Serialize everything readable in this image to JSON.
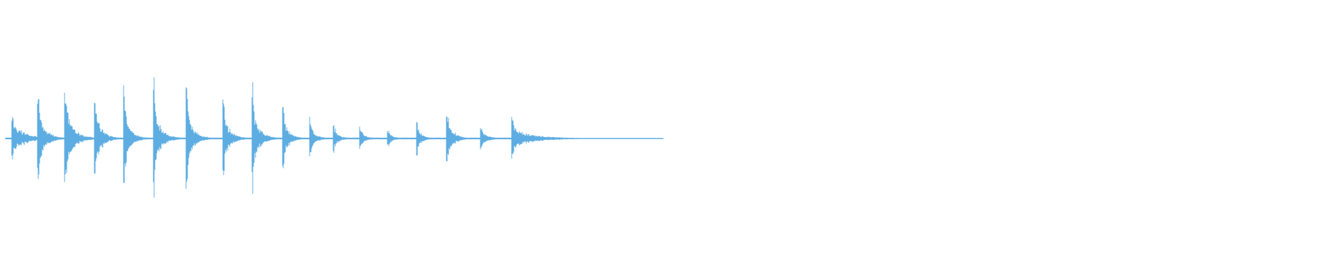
{
  "waveform": {
    "color": "#5DADE2",
    "onsets": [
      {
        "t": 0.01,
        "amp": 0.73,
        "decay": 0.018,
        "dens": 1.0
      },
      {
        "t": 0.05,
        "amp": 1.22,
        "decay": 0.01,
        "dens": 0.9
      },
      {
        "t": 0.091,
        "amp": 1.35,
        "decay": 0.012,
        "dens": 0.95
      },
      {
        "t": 0.136,
        "amp": 1.3,
        "decay": 0.01,
        "dens": 0.9
      },
      {
        "t": 0.18,
        "amp": 1.22,
        "decay": 0.01,
        "dens": 0.9
      },
      {
        "t": 0.226,
        "amp": 1.32,
        "decay": 0.011,
        "dens": 0.9
      },
      {
        "t": 0.276,
        "amp": 1.3,
        "decay": 0.01,
        "dens": 0.9
      },
      {
        "t": 0.331,
        "amp": 1.17,
        "decay": 0.01,
        "dens": 0.9
      },
      {
        "t": 0.376,
        "amp": 1.32,
        "decay": 0.01,
        "dens": 0.9
      },
      {
        "t": 0.422,
        "amp": 0.93,
        "decay": 0.009,
        "dens": 0.8
      },
      {
        "t": 0.463,
        "amp": 0.61,
        "decay": 0.008,
        "dens": 0.75
      },
      {
        "t": 0.499,
        "amp": 0.44,
        "decay": 0.008,
        "dens": 0.7
      },
      {
        "t": 0.54,
        "amp": 0.32,
        "decay": 0.008,
        "dens": 0.7
      },
      {
        "t": 0.582,
        "amp": 0.25,
        "decay": 0.008,
        "dens": 0.7
      },
      {
        "t": 0.626,
        "amp": 0.5,
        "decay": 0.008,
        "dens": 0.75
      },
      {
        "t": 0.671,
        "amp": 1.04,
        "decay": 0.009,
        "dens": 0.85
      },
      {
        "t": 0.723,
        "amp": 0.36,
        "decay": 0.01,
        "dens": 0.75
      },
      {
        "t": 0.771,
        "amp": 0.48,
        "decay": 0.03,
        "dens": 0.9
      }
    ],
    "duration": 1.0,
    "tail_end": 1.0
  }
}
